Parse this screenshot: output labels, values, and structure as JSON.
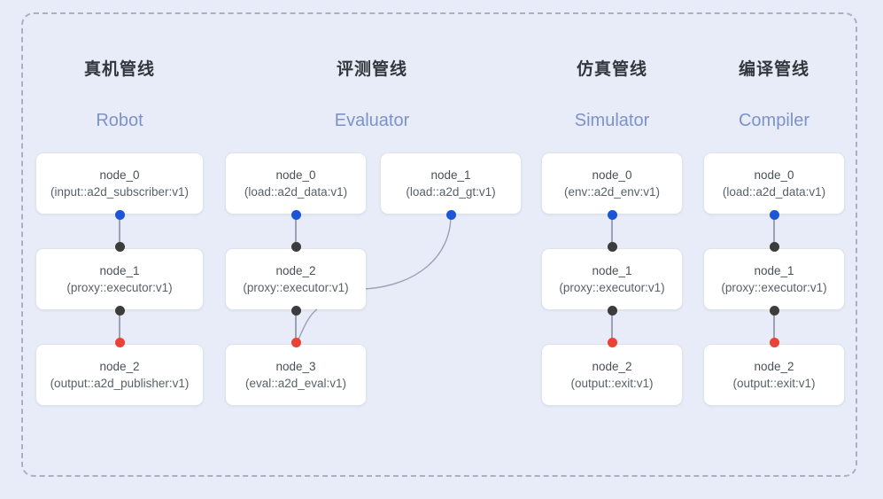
{
  "diagram": {
    "frame_style": "dashed",
    "background_color": "#e8ecf8",
    "accent_blue": "#1a56d6",
    "accent_red": "#ea4335",
    "accent_black": "#3c3c3c",
    "title_color": "#32363d",
    "subtitle_color": "#7d92c9"
  },
  "columns": [
    {
      "title_cn": "真机管线",
      "title_en": "Robot",
      "nodes": [
        {
          "name": "node_0",
          "kind": "(input::a2d_subscriber:v1)"
        },
        {
          "name": "node_1",
          "kind": "(proxy::executor:v1)"
        },
        {
          "name": "node_2",
          "kind": "(output::a2d_publisher:v1)"
        }
      ]
    },
    {
      "title_cn": "评测管线",
      "title_en": "Evaluator",
      "nodes": [
        {
          "name": "node_0",
          "kind": "(load::a2d_data:v1)"
        },
        {
          "name": "node_1",
          "kind": "(load::a2d_gt:v1)"
        },
        {
          "name": "node_2",
          "kind": "(proxy::executor:v1)"
        },
        {
          "name": "node_3",
          "kind": "(eval::a2d_eval:v1)"
        }
      ]
    },
    {
      "title_cn": "仿真管线",
      "title_en": "Simulator",
      "nodes": [
        {
          "name": "node_0",
          "kind": "(env::a2d_env:v1)"
        },
        {
          "name": "node_1",
          "kind": "(proxy::executor:v1)"
        },
        {
          "name": "node_2",
          "kind": "(output::exit:v1)"
        }
      ]
    },
    {
      "title_cn": "编译管线",
      "title_en": "Compiler",
      "nodes": [
        {
          "name": "node_0",
          "kind": "(load::a2d_data:v1)"
        },
        {
          "name": "node_1",
          "kind": "(proxy::executor:v1)"
        },
        {
          "name": "node_2",
          "kind": "(output::exit:v1)"
        }
      ]
    }
  ]
}
